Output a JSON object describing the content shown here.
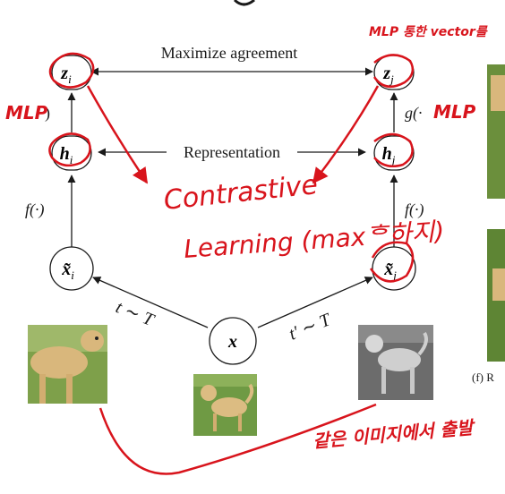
{
  "diagram": {
    "top_label": "Maximize agreement",
    "middle_label": "Representation",
    "nodes": {
      "zi": {
        "sym": "z",
        "sub": "i"
      },
      "zj": {
        "sym": "z",
        "sub": "j"
      },
      "hi": {
        "sym": "h",
        "sub": "i"
      },
      "hj": {
        "sym": "h",
        "sub": "j"
      },
      "xi": {
        "sym": "x̃",
        "sub": "i"
      },
      "xj": {
        "sym": "x̃",
        "sub": "j"
      },
      "x": {
        "sym": "x"
      }
    },
    "edge_labels": {
      "g_left": "·)",
      "g_right": "g(·",
      "f_left": "f(·)",
      "f_right": "f(·)",
      "t_left": "t ∼ T",
      "t_right": "t′ ∼ T"
    },
    "side_caption": "(f) R"
  },
  "annotations": {
    "mlp_left": "MLP",
    "mlp_right": "MLP",
    "top_right_note": "MLP 통한 vector를",
    "contrastive_line1": "Contrastive",
    "contrastive_line2": "Learning (maxᄒ하지)",
    "bottom_note": "같은 이미지에서 출발"
  },
  "colors": {
    "ink": "#1a1a1a",
    "annotation_red": "#d8141c",
    "grass_green": "#6b8f3c",
    "dog_tan": "#d9b77c"
  }
}
